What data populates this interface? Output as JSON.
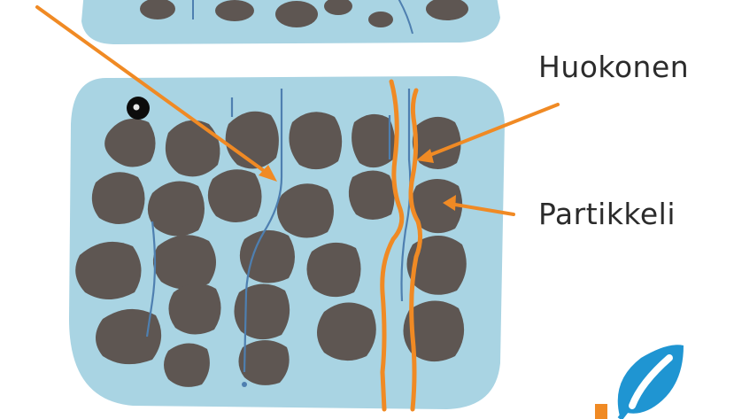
{
  "labels": {
    "pore": "Huokonen",
    "particle": "Partikkeli"
  },
  "colors": {
    "medium_fill": "#a9d4e3",
    "particle_fill": "#5e5652",
    "flow_line": "#4e7fb0",
    "annotation": "#f08a24",
    "logo_blue": "#1f95d2",
    "logo_orange": "#f08a24"
  },
  "icons": {
    "flow_path": "flow-line",
    "logo": "leaf-logo"
  }
}
